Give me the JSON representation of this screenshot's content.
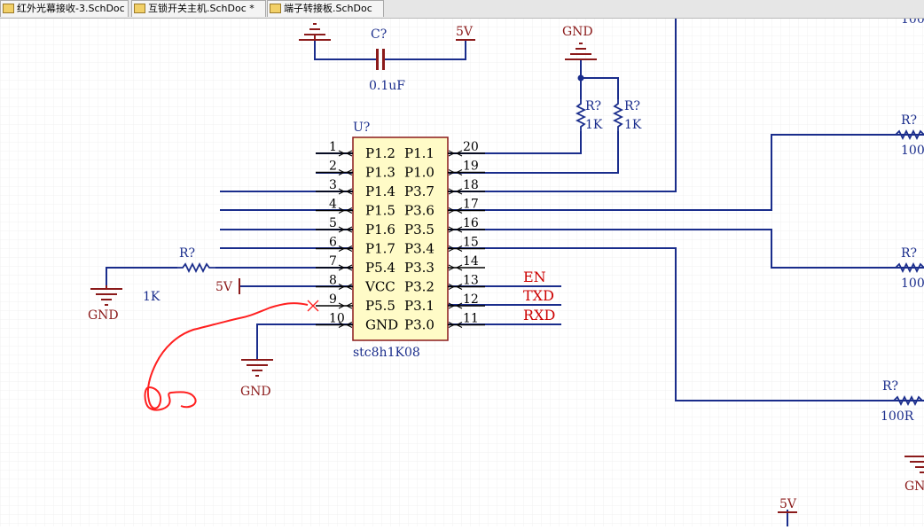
{
  "tabs": [
    {
      "label": "红外光幕接收-3.SchDoc"
    },
    {
      "label": "互锁开关主机.SchDoc *"
    },
    {
      "label": "端子转接板.SchDoc"
    }
  ],
  "colors": {
    "grid": "#f0f0f0",
    "wire": "#1a2d8c",
    "power": "#8b1a1a",
    "component_fill": "#fffbc7",
    "component_border": "#8b1a1a",
    "net_label": "#cc0000",
    "annotation": "#ff2020"
  },
  "schematic": {
    "capacitor": {
      "ref": "C?",
      "value": "0.1uF"
    },
    "power_5v_top": "5V",
    "power_gnd_top": "GND",
    "pullups": [
      {
        "ref": "R?",
        "value": "1K"
      },
      {
        "ref": "R?",
        "value": "1K"
      }
    ],
    "ic": {
      "ref": "U?",
      "part": "stc8h1K08",
      "left_pins": [
        {
          "num": "1",
          "name": "P1.2"
        },
        {
          "num": "2",
          "name": "P1.3"
        },
        {
          "num": "3",
          "name": "P1.4"
        },
        {
          "num": "4",
          "name": "P1.5"
        },
        {
          "num": "5",
          "name": "P1.6"
        },
        {
          "num": "6",
          "name": "P1.7"
        },
        {
          "num": "7",
          "name": "P5.4"
        },
        {
          "num": "8",
          "name": "VCC"
        },
        {
          "num": "9",
          "name": "P5.5"
        },
        {
          "num": "10",
          "name": "GND"
        }
      ],
      "right_pins": [
        {
          "num": "20",
          "name": "P1.1"
        },
        {
          "num": "19",
          "name": "P1.0"
        },
        {
          "num": "18",
          "name": "P3.7"
        },
        {
          "num": "17",
          "name": "P3.6"
        },
        {
          "num": "16",
          "name": "P3.5"
        },
        {
          "num": "15",
          "name": "P3.4"
        },
        {
          "num": "14",
          "name": "P3.3"
        },
        {
          "num": "13",
          "name": "P3.2"
        },
        {
          "num": "12",
          "name": "P3.1"
        },
        {
          "num": "11",
          "name": "P3.0"
        }
      ]
    },
    "left_resistor": {
      "ref": "R?",
      "value": "1K"
    },
    "left_gnd": "GND",
    "vcc_5v": "5V",
    "ic_gnd": "GND",
    "net_labels": [
      "EN",
      "TXD",
      "RXD"
    ],
    "right_parts": {
      "r1_ref": "R?",
      "r1_value": "100",
      "r2_ref": "R?",
      "r2_value": "100",
      "r3_ref": "R?",
      "r3_value": "100R",
      "corner_top": "100",
      "gnd_partial": "GN",
      "power_bottom": "5V"
    }
  }
}
